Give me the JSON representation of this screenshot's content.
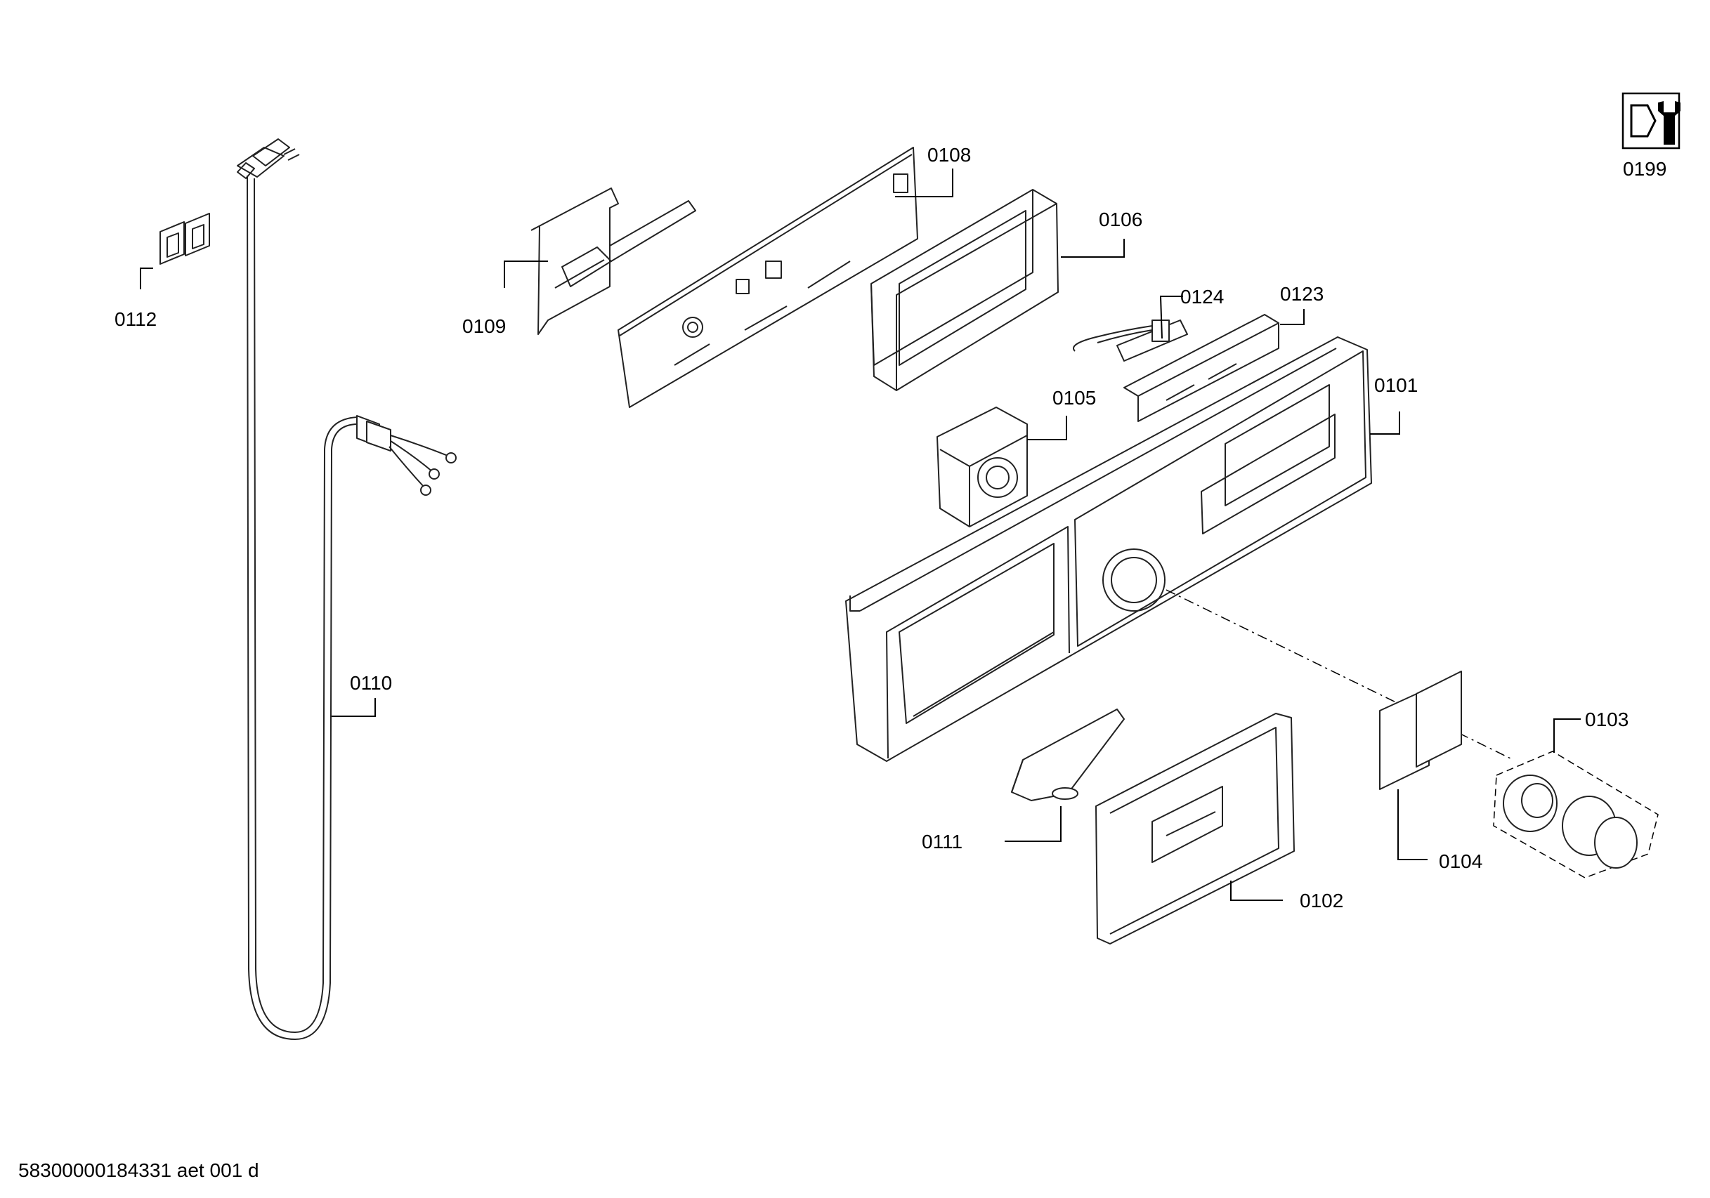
{
  "diagram": {
    "document_id": "58300000184331 aet 001 d",
    "tool_icon": "wrench-nut-icon",
    "callouts": [
      {
        "id": "0199"
      },
      {
        "id": "0112"
      },
      {
        "id": "0110"
      },
      {
        "id": "0109"
      },
      {
        "id": "0108"
      },
      {
        "id": "0106"
      },
      {
        "id": "0124"
      },
      {
        "id": "0123"
      },
      {
        "id": "0105"
      },
      {
        "id": "0101"
      },
      {
        "id": "0111"
      },
      {
        "id": "0102"
      },
      {
        "id": "0104"
      },
      {
        "id": "0103"
      }
    ]
  }
}
